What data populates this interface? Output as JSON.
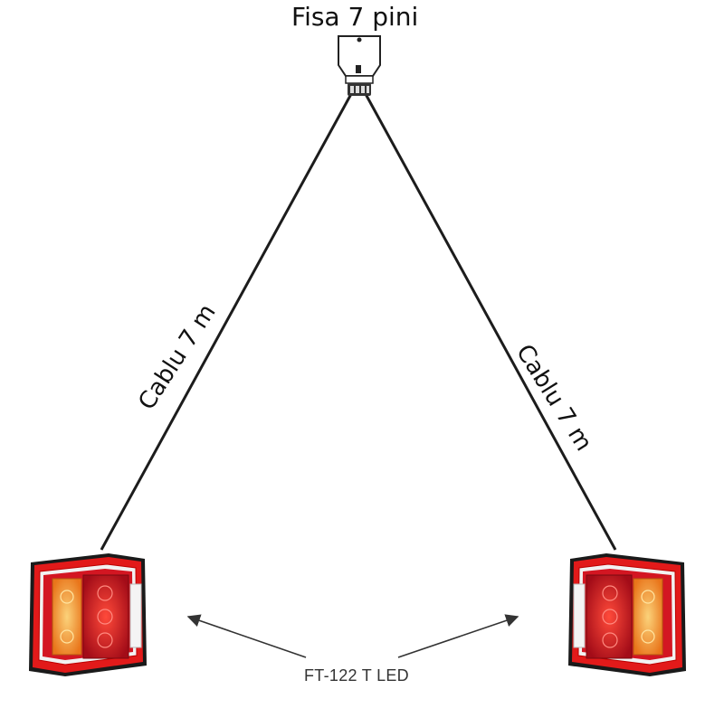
{
  "plug": {
    "label": "Fisa 7 pini",
    "icon": "trailer-plug-icon"
  },
  "cables": [
    {
      "label": "Cablu 7 m"
    },
    {
      "label": "Cablu 7 m"
    }
  ],
  "lamps": {
    "model_label": "FT-122 T LED",
    "icon": "trailer-tail-lamp-icon",
    "colors": {
      "body": "#e21a1a",
      "amber": "#f08a1c",
      "red_lens": "#c0101e",
      "clear_lens": "#f4f4f4",
      "frame": "#1a1a1a"
    }
  },
  "colors": {
    "cable": "#1c1c1c",
    "text": "#111111",
    "background": "#ffffff"
  }
}
